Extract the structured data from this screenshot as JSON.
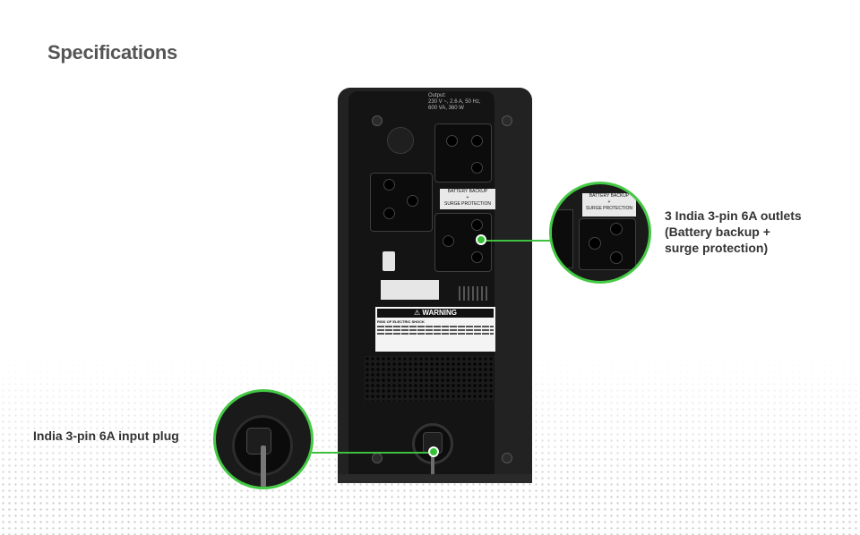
{
  "title": "Specifications",
  "ups": {
    "output_label": "Output:",
    "output_specs": "230 V ~, 2.6 A, 50 Hz,\n600 VA, 360 W",
    "outlet_label_line1": "BATTERY BACKUP",
    "outlet_label_line2": "+",
    "outlet_label_line3": "SURGE PROTECTION",
    "warning_title": "⚠ WARNING",
    "warning_subtitle": "RISK OF ELECTRIC SHOCK"
  },
  "callouts": {
    "outlets": "3 India 3-pin 6A outlets\n(Battery backup +\nsurge protection)",
    "input_plug": "India 3-pin 6A input plug"
  },
  "colors": {
    "accent": "#44c944",
    "title_text": "#555555",
    "callout_text": "#333333"
  }
}
